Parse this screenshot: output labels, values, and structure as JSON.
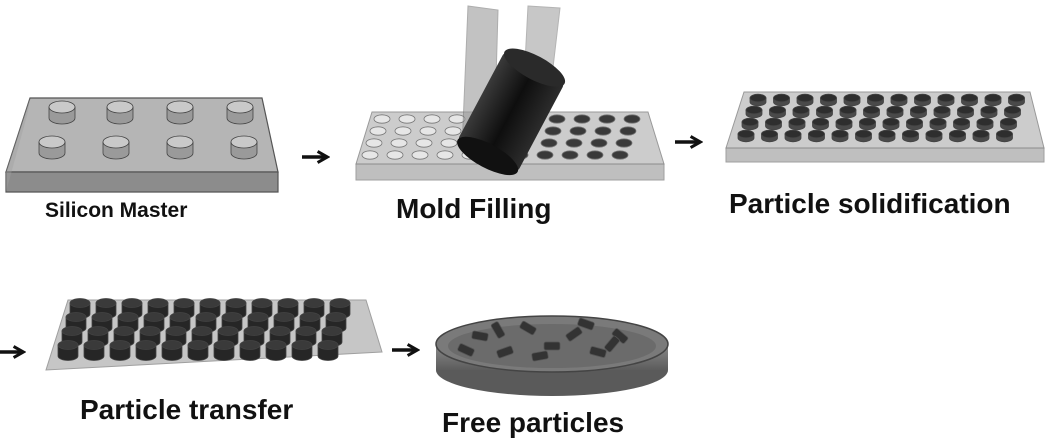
{
  "steps": {
    "silicon_master": "Silicon Master",
    "mold_filling": "Mold Filling",
    "particle_solidification": "Particle solidification",
    "particle_transfer": "Particle transfer",
    "free_particles": "Free particles"
  },
  "icons": {
    "arrow": "right-arrow-icon",
    "roller": "roller-icon"
  },
  "colors": {
    "master_top": "#b8b8b8",
    "master_front": "#8f8f8f",
    "mold_sheet": "#c4c4c4",
    "particle": "#404040",
    "roller": "#1c1c1c",
    "dish": "#6a6a6a",
    "arrow": "#111111"
  }
}
